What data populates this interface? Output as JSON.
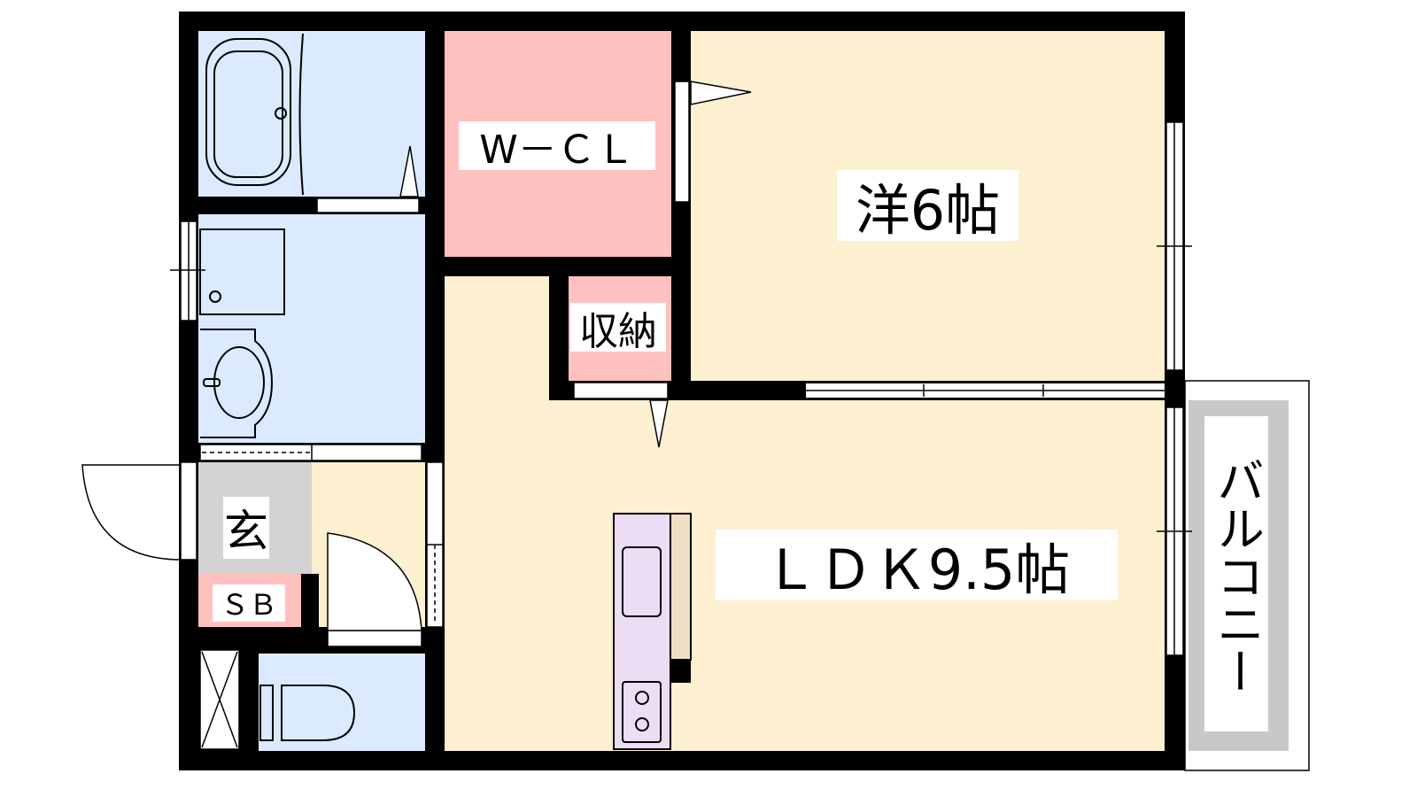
{
  "rooms": {
    "western_room": "洋6帖",
    "ldk": "ＬＤＫ9.5帖",
    "walk_in_closet": "W－ＣＬ",
    "storage": "収納",
    "entrance": "玄",
    "shoe_box": "ＳＢ",
    "balcony": "バルコニー"
  },
  "colors": {
    "wet_area": "#dbeafe",
    "closet": "#ffc0c0",
    "living": "#fdf0d0",
    "entrance": "#d3d3d3",
    "kitchen": "#ecdcf4",
    "counter": "#efdfc4",
    "wall": "#000000"
  }
}
